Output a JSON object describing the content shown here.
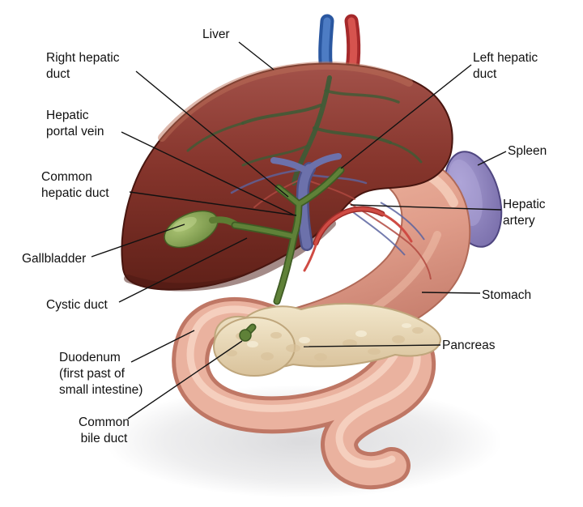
{
  "labels": {
    "liver": "Liver",
    "right_hepatic_duct": "Right hepatic\nduct",
    "hepatic_portal_vein": "Hepatic\nportal vein",
    "common_hepatic_duct": "Common\nhepatic duct",
    "gallbladder": "Gallbladder",
    "cystic_duct": "Cystic duct",
    "duodenum": "Duodenum\n(first past of\nsmall intestine)",
    "common_bile_duct": "Common\nbile duct",
    "left_hepatic_duct": "Left hepatic\nduct",
    "spleen": "Spleen",
    "hepatic_artery": "Hepatic\nartery",
    "stomach": "Stomach",
    "pancreas": "Pancreas"
  },
  "colors": {
    "background": "#ffffff",
    "liver": "#86352c",
    "stomach": "#e09d8a",
    "spleen": "#8378b8",
    "gallbladder": "#7d9a4c",
    "pancreas": "#e8d9b8",
    "duodenum": "#eab29f",
    "bile_duct_green": "#5f8138",
    "artery_red": "#cf4b44",
    "vein_blue": "#4d7cc4",
    "leader_line": "#111111"
  }
}
